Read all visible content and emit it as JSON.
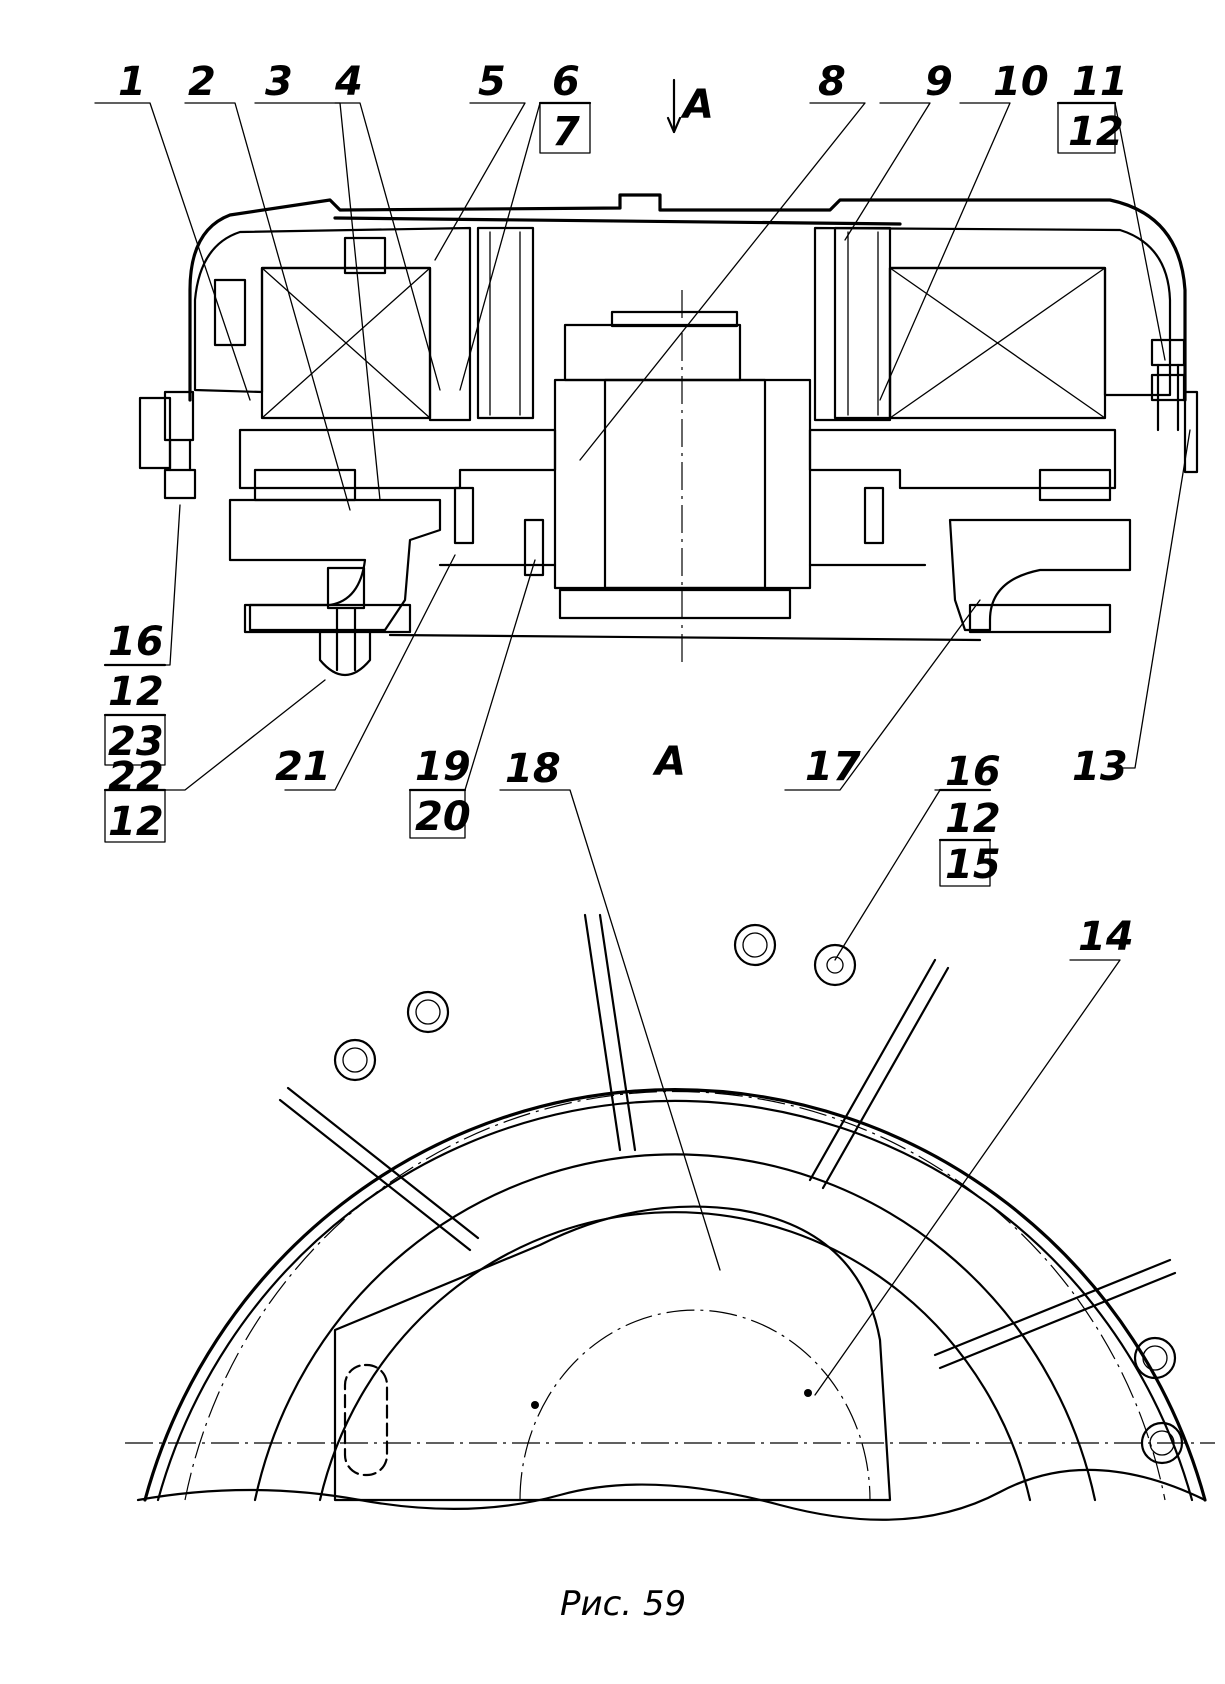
{
  "figure": {
    "caption": "Рис. 59",
    "section_marker": "A",
    "view_marker": "A"
  },
  "callouts": {
    "c1": "1",
    "c2": "2",
    "c3": "3",
    "c4": "4",
    "c5": "5",
    "c6": "6",
    "c7": "7",
    "c8": "8",
    "c9": "9",
    "c10": "10",
    "c11": "11",
    "c12": "12",
    "c13": "13",
    "c14": "14",
    "c16a": "16",
    "c12a": "12",
    "c23": "23",
    "c22": "22",
    "c12b": "12",
    "c21": "21",
    "c19": "19",
    "c20": "20",
    "c18": "18",
    "c17": "17",
    "c16b": "16",
    "c12c": "12",
    "c15": "15"
  }
}
